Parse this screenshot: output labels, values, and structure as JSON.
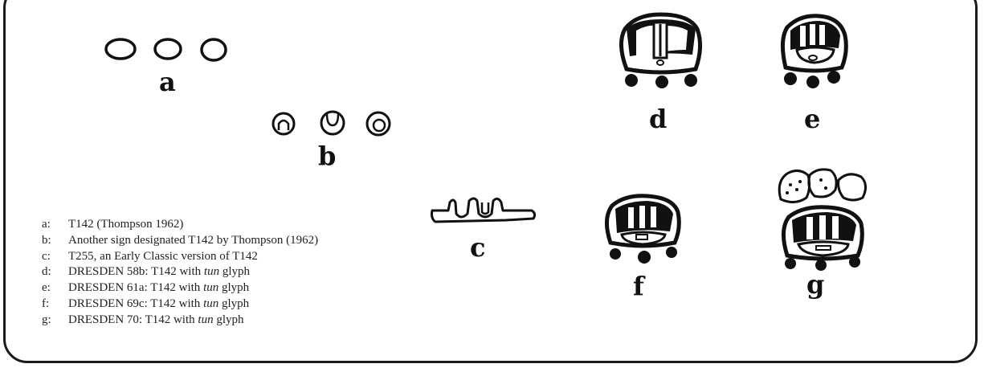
{
  "labels": {
    "a": "a",
    "b": "b",
    "c": "c",
    "d": "d",
    "e": "e",
    "f": "f",
    "g": "g"
  },
  "legend": [
    {
      "key": "a:",
      "text": "T142 (Thompson 1962)",
      "tail": ""
    },
    {
      "key": "b:",
      "text": "Another sign designated T142 by Thompson (1962)",
      "tail": ""
    },
    {
      "key": "c:",
      "text": "T255, an Early Classic version of T142",
      "tail": ""
    },
    {
      "key": "d:",
      "text": "DRESDEN 58b: T142 with ",
      "italic": "tun",
      "tail": " glyph"
    },
    {
      "key": "e:",
      "text": "DRESDEN 61a: T142 with ",
      "italic": "tun",
      "tail": " glyph"
    },
    {
      "key": "f:",
      "text": "DRESDEN 69c: T142 with ",
      "italic": "tun",
      "tail": " glyph"
    },
    {
      "key": "g:",
      "text": "DRESDEN 70: T142 with ",
      "italic": "tun",
      "tail": " glyph"
    }
  ]
}
